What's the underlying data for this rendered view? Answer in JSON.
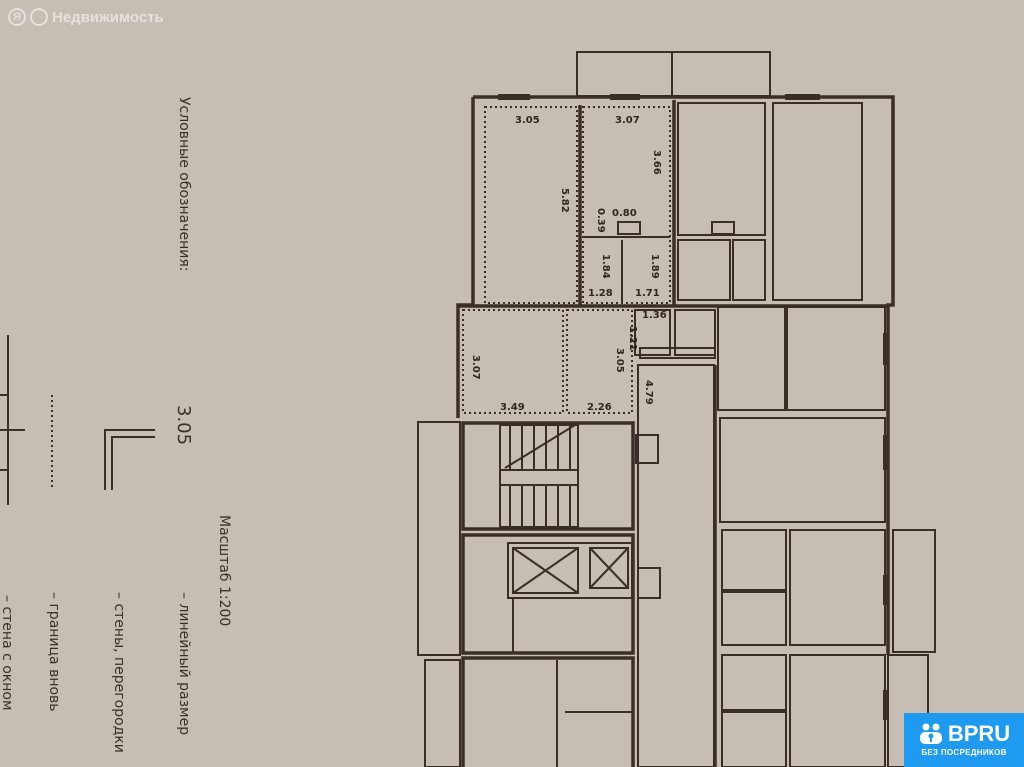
{
  "watermark": {
    "logo_letter": "Я",
    "text": "Недвижимость"
  },
  "badge": {
    "brand": "BPRU",
    "tagline": "БЕЗ ПОСРЕДНИКОВ",
    "color": "#1e9af0"
  },
  "legend": {
    "title": "Условные обозначения:",
    "sample_dimension": "3.05",
    "scale": "Масштаб 1:200",
    "items": [
      "– линейный размер",
      "– стены, перегородки",
      "– граница вновь",
      "– стена с окном"
    ]
  },
  "dimensions": {
    "room1_w": "3.05",
    "room1_h": "5.82",
    "room2_w": "3.07",
    "room2_h": "3.66",
    "niche_w": "0.80",
    "niche_h": "0.39",
    "bath_h1": "1.84",
    "bath_w1": "1.28",
    "bath_h2": "1.89",
    "bath_w2": "1.71",
    "wc_w": "1.36",
    "wc_h": "1.21",
    "room3_h": "3.07",
    "room3_w": "3.49",
    "room4_h": "3.05",
    "room4_w": "2.26",
    "hall": "4.79"
  }
}
